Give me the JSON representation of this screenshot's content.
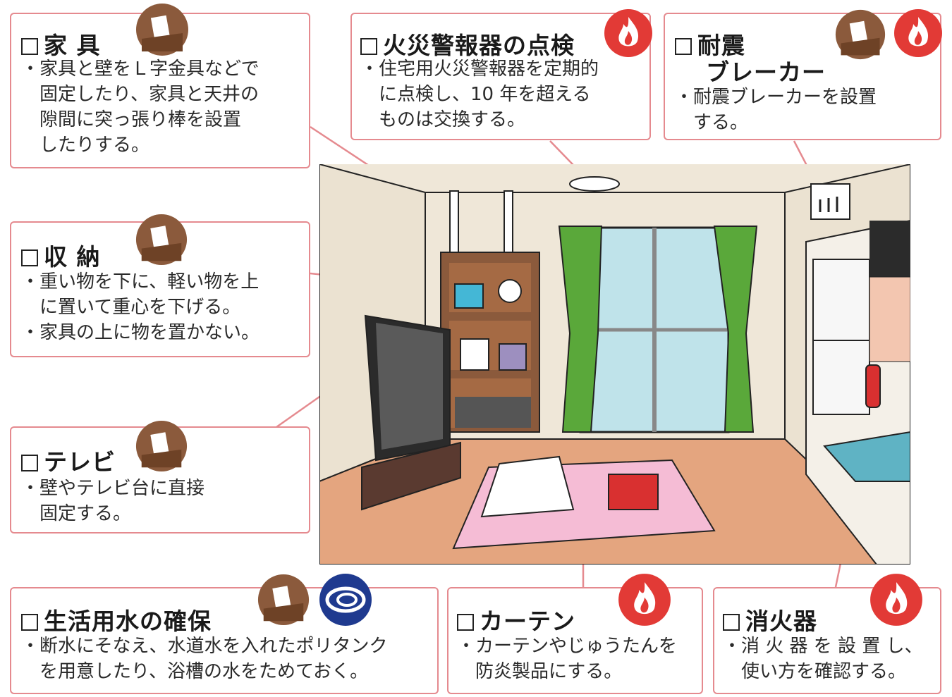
{
  "cards": {
    "furniture": {
      "title": "家 具",
      "lines": [
        "・家具と壁をＬ字金具などで",
        "　固定したり、家具と天井の",
        "　隙間に突っ張り棒を設置",
        "　したりする。"
      ]
    },
    "alarm": {
      "title": "火災警報器の点検",
      "lines": [
        "・住宅用火災警報器を定期的",
        "　に点検し、10 年を超える",
        "　ものは交換する。"
      ]
    },
    "breaker": {
      "title1": "耐震",
      "title2": "ブレーカー",
      "lines": [
        "・耐震ブレーカーを設置",
        "　する。"
      ]
    },
    "storage": {
      "title": "収 納",
      "lines": [
        "・重い物を下に、軽い物を上",
        "　に置いて重心を下げる。",
        "・家具の上に物を置かない。"
      ]
    },
    "tv": {
      "title": "テレビ",
      "lines": [
        "・壁やテレビ台に直接",
        "　固定する。"
      ]
    },
    "water": {
      "title": "生活用水の確保",
      "lines": [
        "・断水にそなえ、水道水を入れたポリタンク",
        "　を用意したり、浴槽の水をためておく。"
      ]
    },
    "curtain": {
      "title": "カーテン",
      "lines": [
        "・カーテンやじゅうたんを",
        "　防炎製品にする。"
      ]
    },
    "extinguisher": {
      "title": "消火器",
      "lines": [
        "・消 火 器 を 設 置 し、",
        "　使い方を確認する。"
      ]
    }
  },
  "icons": {
    "earthquake": "earthquake-icon",
    "fire": "fire-icon",
    "flood": "water-icon"
  },
  "colors": {
    "card_border": "#e58a8f",
    "connector": "#e58a8f",
    "fire_icon": "#e23a36",
    "earthquake_icon": "#8b5a3c",
    "water_icon": "#1f3a8f",
    "curtain": "#5aa83a",
    "floor": "#e4a57f",
    "wall": "#efe7d8"
  }
}
